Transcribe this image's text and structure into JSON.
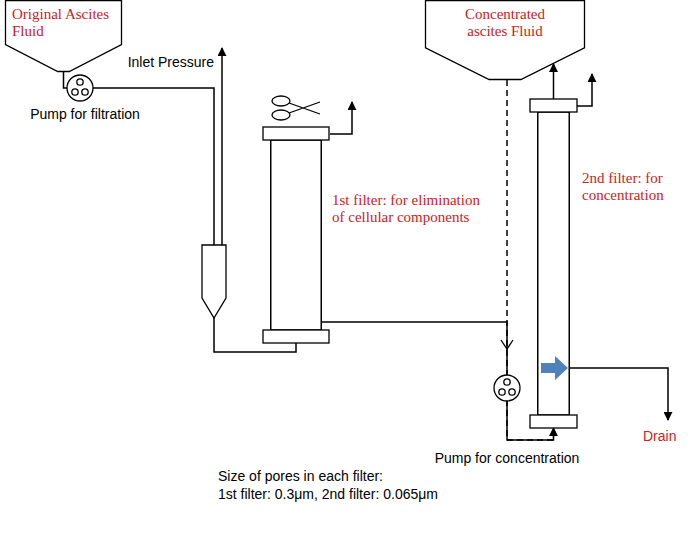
{
  "diagram": {
    "nodes": [
      {
        "text": [
          "Original Ascites Fluid"
        ]
      },
      {
        "text": [
          "Concentrated ascites Fluid"
        ]
      },
      {
        "text": [
          "1st filter: for elimination of cellular components"
        ]
      },
      {
        "text": [
          "2nd filter: for concentration"
        ]
      }
    ],
    "edges": [
      {
        "from": 0,
        "to": 2,
        "arrow": "none"
      },
      {
        "from": 2,
        "to": 3,
        "arrow": "none"
      },
      {
        "from": 3,
        "to": 1,
        "arrow": "to"
      },
      {
        "from": 1,
        "to": 3,
        "arrow": "to"
      }
    ],
    "labels": [
      "Inlet Pressure",
      "Pump for filtration",
      "Pump for concentration",
      "Drain",
      "Size of pores in each filter:",
      "1st filter: 0.3μm, 2nd filter: 0.065μm"
    ]
  }
}
